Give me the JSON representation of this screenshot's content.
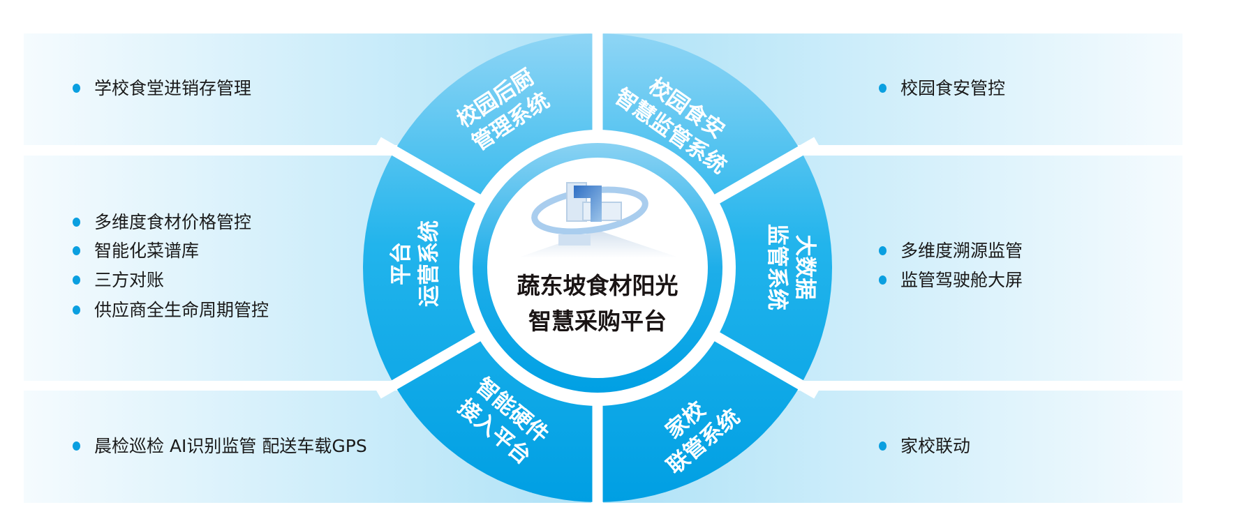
{
  "center": {
    "title_line1": "蔬东坡食材阳光",
    "title_line2": "智慧采购平台",
    "logo_icon": "platform-cube-logo"
  },
  "segments": [
    {
      "id": "top-left",
      "line1": "校园后厨",
      "line2": "管理系统"
    },
    {
      "id": "top-right",
      "line1": "校园食安",
      "line2": "智慧监管系统"
    },
    {
      "id": "right",
      "line1": "大数据",
      "line2": "监管系统"
    },
    {
      "id": "bottom-right",
      "line1": "家校",
      "line2": "联管系统"
    },
    {
      "id": "bottom-left",
      "line1": "智能硬件",
      "line2": "接入平台"
    },
    {
      "id": "left",
      "line1": "平台",
      "line2": "运营系统"
    }
  ],
  "features": {
    "top_left": [
      "学校食堂进销存管理"
    ],
    "middle_left": [
      "多维度食材价格管控",
      "智能化菜谱库",
      "三方对账",
      "供应商全生命周期管控"
    ],
    "bottom_left": [
      "晨检巡检 AI识别监管 配送车载GPS"
    ],
    "top_right": [
      "校园食安管控"
    ],
    "middle_right": [
      "多维度溯源监管",
      "监管驾驶舱大屏"
    ],
    "bottom_right": [
      "家校联动"
    ]
  },
  "colors": {
    "accent": "#00a3e6",
    "segment_top": "#8bd3f4",
    "segment_bottom": "#00a0e4",
    "panel_light": "#f4fafe",
    "panel_blue": "#b3e4f7",
    "text": "#1a1a1a"
  }
}
